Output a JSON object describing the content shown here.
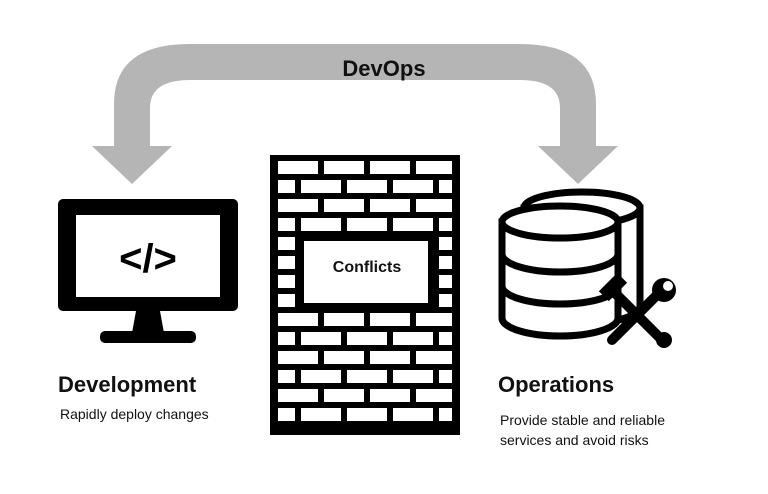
{
  "arrow": {
    "label": "DevOps",
    "color": "#b5b5b5"
  },
  "development": {
    "heading": "Development",
    "description": "Rapidly deploy changes",
    "icon": "code-monitor-icon",
    "code_glyph": "</>"
  },
  "wall": {
    "label": "Conflicts",
    "icon": "brick-wall-icon"
  },
  "operations": {
    "heading": "Operations",
    "description_line1": "Provide stable and reliable",
    "description_line2": "services and avoid risks",
    "icon": "database-tools-icon"
  }
}
